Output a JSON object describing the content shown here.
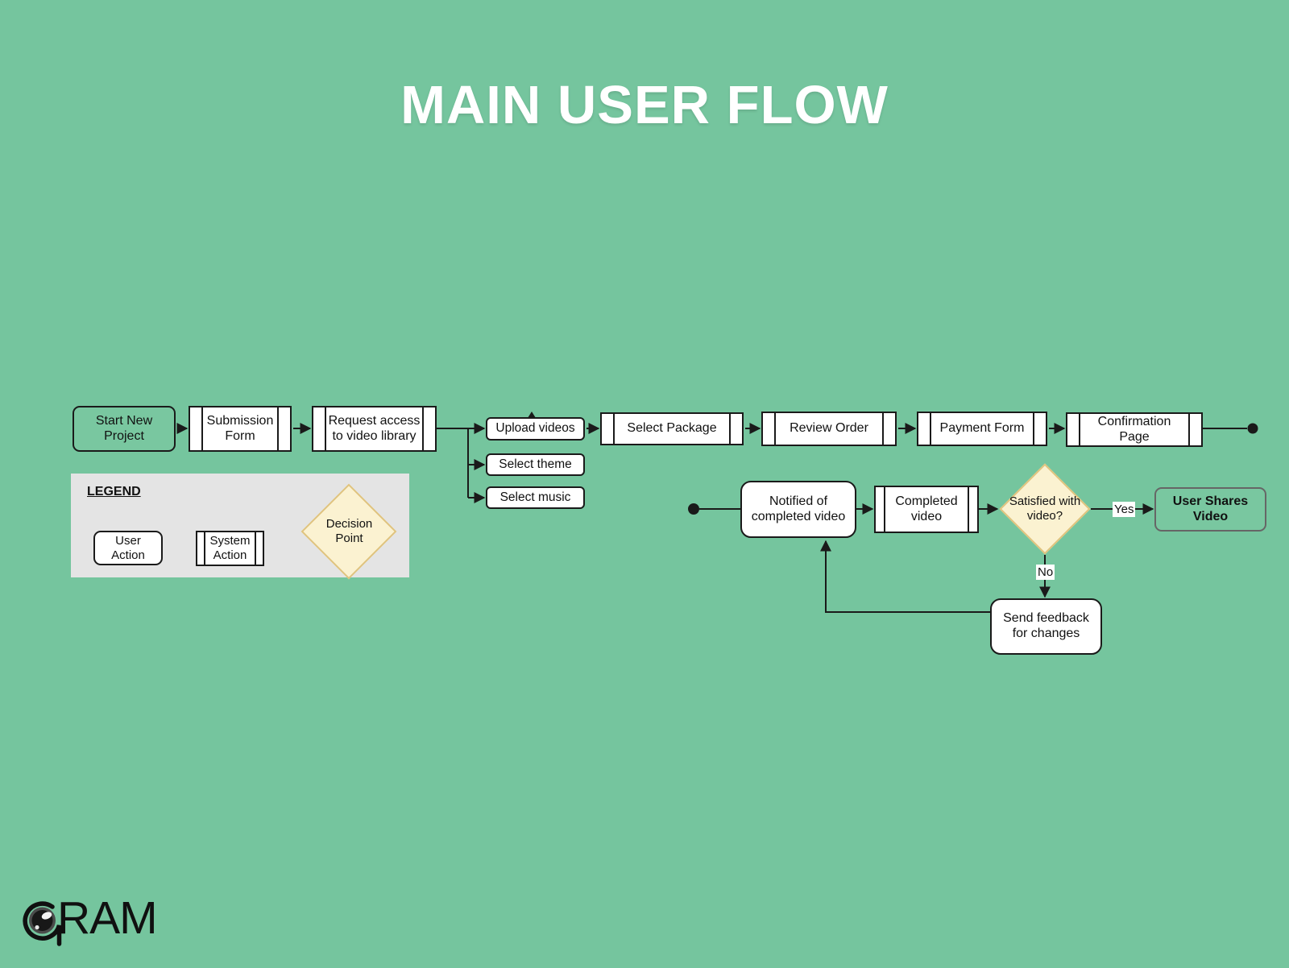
{
  "title": "MAIN USER FLOW",
  "flow1": {
    "start_new_project": "Start New Project",
    "submission_form": "Submission Form",
    "request_access": "Request access to video library",
    "upload_videos": "Upload videos",
    "select_theme": "Select theme",
    "select_music": "Select music",
    "select_package": "Select Package",
    "review_order": "Review Order",
    "payment_form": "Payment Form",
    "confirmation_page": "Confirmation Page"
  },
  "flow2": {
    "notified": "Notified of completed video",
    "completed_video": "Completed video",
    "satisfied": "Satisfied with video?",
    "yes_label": "Yes",
    "no_label": "No",
    "user_shares": "User Shares Video",
    "send_feedback": "Send feedback for changes"
  },
  "legend": {
    "heading": "LEGEND",
    "user_action": "User Action",
    "system_action": "System Action",
    "decision_point": "Decision Point"
  },
  "logo": {
    "text": "RAM"
  },
  "colors": {
    "background": "#75C59E",
    "node_green": "#79C7A0",
    "diamond_fill": "#FBF2D1",
    "diamond_border": "#DFC37E",
    "legend_bg": "#E4E4E4",
    "line_color": "#1A1A1A",
    "title_color": "#FFFFFF"
  }
}
